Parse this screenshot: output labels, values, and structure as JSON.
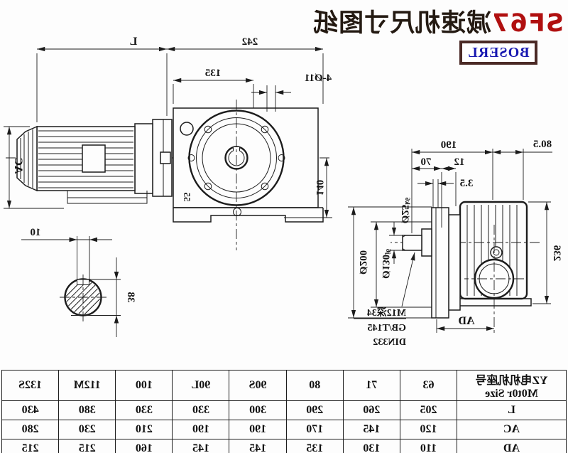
{
  "title": {
    "prefix": "SF67",
    "suffix": "减速机尺寸图纸"
  },
  "logo": "BOSERL",
  "colors": {
    "title_red": "#b01010",
    "logo_blue": "#1717b0",
    "logo_border": "#4b2a26",
    "line": "#1c1c1c"
  },
  "front_view": {
    "dim_motor_length": "L",
    "dim_housing_width": "242",
    "dim_flange_offset": "135",
    "dim_bolt_holes": "4-Ø11",
    "dim_motor_height": "AC",
    "dim_center_to_base": "140",
    "label_housing": "55"
  },
  "shaft_section": {
    "dim_key_width": "10",
    "dim_shaft_height": "38"
  },
  "side_view": {
    "dim_top_left": "80.5",
    "dim_top_total": "190",
    "dim_step": "12",
    "dim_shaft_len": "70",
    "dim_shoulder": "3.5",
    "dim_shaft_dia": "Ø25",
    "dim_shaft_fit": "k6",
    "dim_spigot_dia": "Ø130",
    "dim_spigot_fit": "j6",
    "dim_flange_dia": "Ø200",
    "dim_height": "236",
    "dim_ad": "AD",
    "note_thread": "M12深34",
    "note_gb": "GB/T145",
    "note_din": "DIN332"
  },
  "table": {
    "header_cn": "YZ电机机座号",
    "header_en": "M0t0r Size",
    "sizes": [
      "63",
      "71",
      "80",
      "90S",
      "90L",
      "100",
      "112M",
      "132S"
    ],
    "rows": [
      {
        "label": "L",
        "values": [
          "205",
          "260",
          "290",
          "300",
          "330",
          "330",
          "380",
          "430"
        ]
      },
      {
        "label": "AC",
        "values": [
          "120",
          "145",
          "170",
          "190",
          "190",
          "210",
          "230",
          "280"
        ]
      },
      {
        "label": "AD",
        "values": [
          "110",
          "130",
          "135",
          "145",
          "145",
          "160",
          "215",
          "215"
        ]
      }
    ]
  }
}
